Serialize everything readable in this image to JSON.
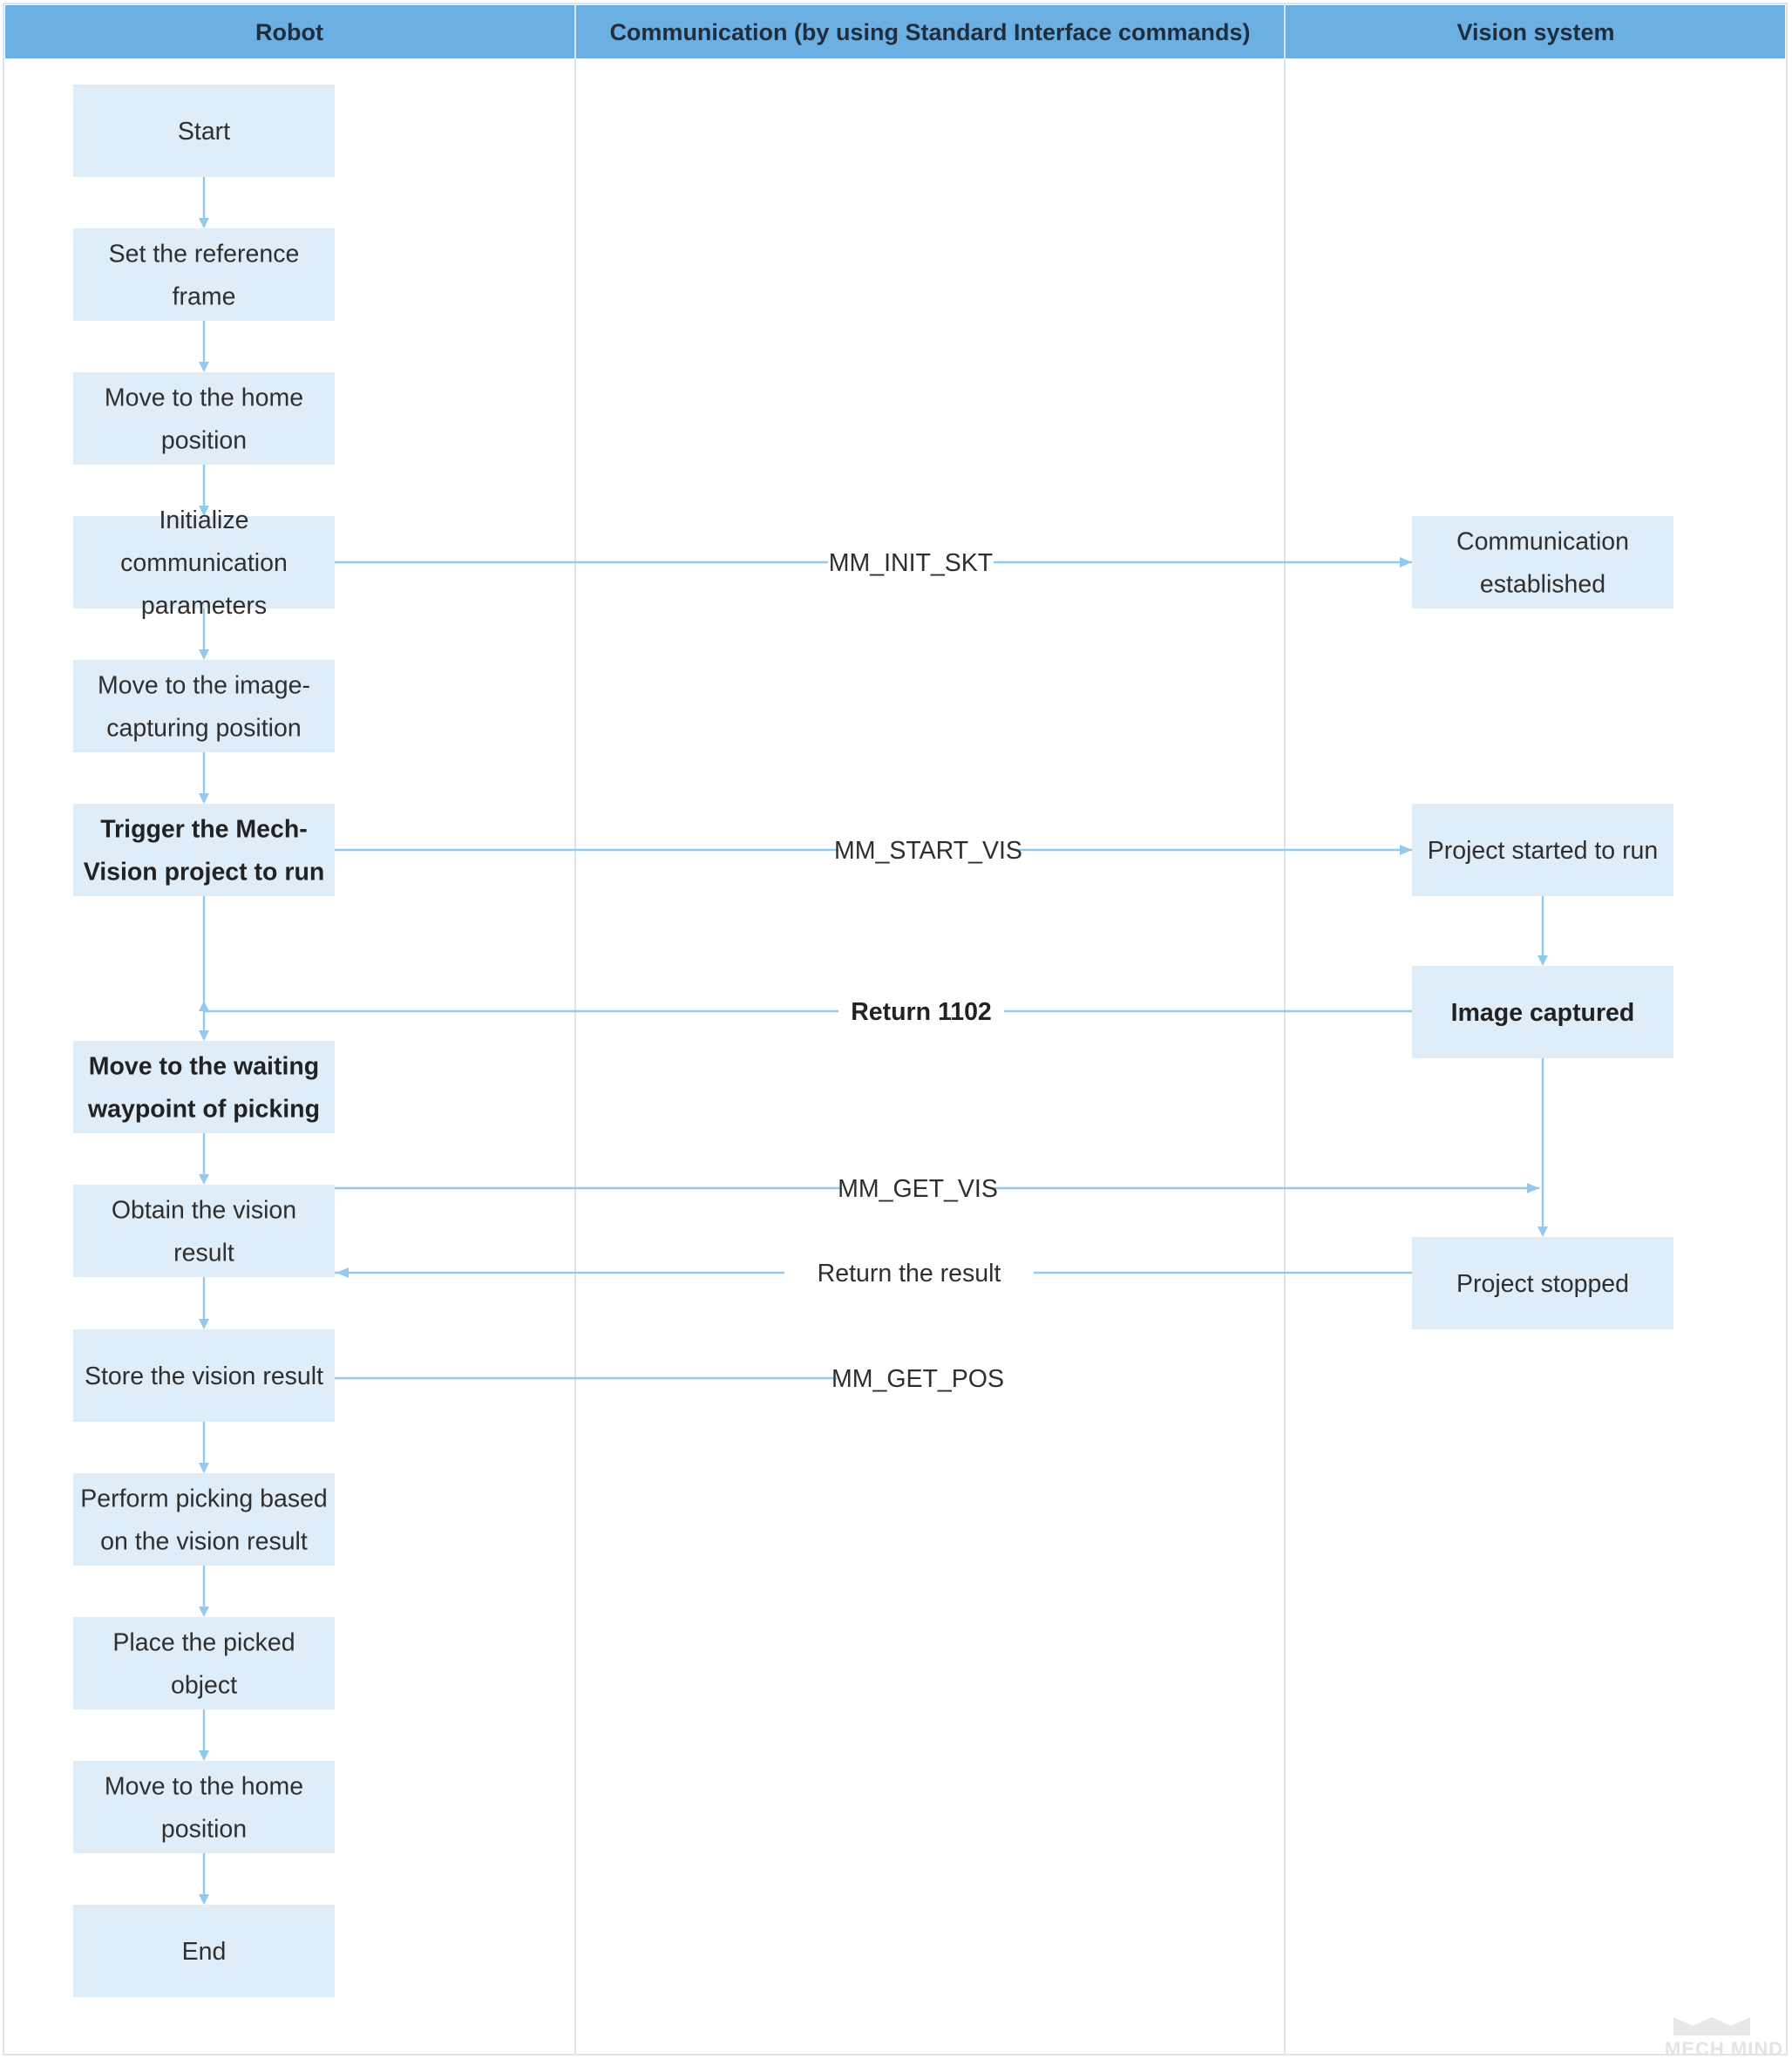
{
  "lanes": [
    {
      "id": "robot",
      "title": "Robot"
    },
    {
      "id": "comm",
      "title": "Communication (by using Standard Interface commands)"
    },
    {
      "id": "vision",
      "title": "Vision system"
    }
  ],
  "robot_steps": [
    {
      "id": "start",
      "lines": [
        "Start"
      ]
    },
    {
      "id": "set-reference-frame",
      "lines": [
        "Set the reference",
        "frame"
      ]
    },
    {
      "id": "move-home-1",
      "lines": [
        "Move to the home",
        "position"
      ]
    },
    {
      "id": "init-comm",
      "lines": [
        "Initialize",
        "communication",
        "parameters"
      ]
    },
    {
      "id": "move-capture",
      "lines": [
        "Move to the image-",
        "capturing position"
      ]
    },
    {
      "id": "trigger-project",
      "lines": [
        "Trigger the Mech-",
        "Vision project to run"
      ],
      "bold": true
    },
    {
      "id": "move-waiting",
      "lines": [
        "Move to the waiting",
        "waypoint of picking"
      ],
      "bold": true
    },
    {
      "id": "obtain-result",
      "lines": [
        "Obtain the vision",
        "result"
      ]
    },
    {
      "id": "store-result",
      "lines": [
        "Store the vision result"
      ]
    },
    {
      "id": "perform-picking",
      "lines": [
        "Perform picking based",
        "on the vision result"
      ]
    },
    {
      "id": "place-object",
      "lines": [
        "Place the picked",
        "object"
      ]
    },
    {
      "id": "move-home-2",
      "lines": [
        "Move to the home",
        "position"
      ]
    },
    {
      "id": "end",
      "lines": [
        "End"
      ]
    }
  ],
  "vision_steps": [
    {
      "id": "comm-established",
      "lines": [
        "Communication",
        "established"
      ]
    },
    {
      "id": "project-started",
      "lines": [
        "Project started to run"
      ]
    },
    {
      "id": "image-captured",
      "lines": [
        "Image captured"
      ],
      "bold": true
    },
    {
      "id": "project-stopped",
      "lines": [
        "Project stopped"
      ]
    }
  ],
  "messages": [
    {
      "id": "mm-init-skt",
      "label": "MM_INIT_SKT"
    },
    {
      "id": "mm-start-vis",
      "label": "MM_START_VIS"
    },
    {
      "id": "return-1102",
      "label": "Return 1102",
      "bold": true
    },
    {
      "id": "mm-get-vis",
      "label": "MM_GET_VIS"
    },
    {
      "id": "return-result",
      "label": "Return the result"
    },
    {
      "id": "mm-get-pos",
      "label": "MM_GET_POS"
    }
  ],
  "colors": {
    "header": "#6cb0e3",
    "box": "#dfedf9",
    "connector": "#93c9ec",
    "lane_divider": "#dde5ec"
  },
  "watermark": "MECH MIND"
}
